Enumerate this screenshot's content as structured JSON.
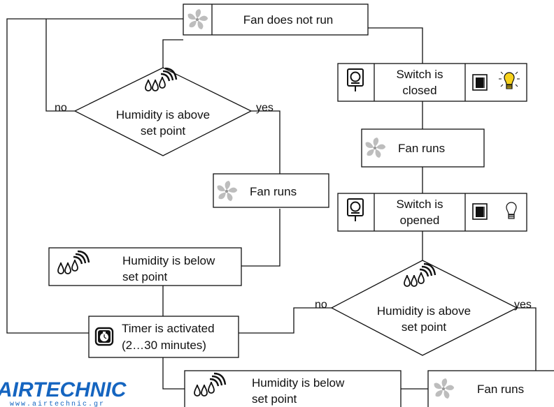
{
  "colors": {
    "brand": "#1565c0",
    "line": "#111111",
    "fan_icon": "#b8b8b8",
    "bulb_on": "#f7d21c"
  },
  "nodes": {
    "fan_not_run": "Fan does not run",
    "humidity_above_left": [
      "Humidity is above",
      "set point"
    ],
    "fan_runs_left": "Fan runs",
    "humidity_below_left": [
      "Humidity is below",
      "set point"
    ],
    "timer_activated": [
      "Timer is activated",
      "(2…30 minutes)"
    ],
    "switch_closed": [
      "Switch is",
      "closed"
    ],
    "fan_runs_right": "Fan runs",
    "switch_opened": [
      "Switch is",
      "opened"
    ],
    "humidity_above_right": [
      "Humidity is above",
      "set point"
    ],
    "humidity_below_bottom": [
      "Humidity is below",
      "set point"
    ],
    "fan_runs_bottom": "Fan runs"
  },
  "edge_labels": {
    "left_no": "no",
    "left_yes": "yes",
    "right_no": "no",
    "right_yes": "yes"
  },
  "icons": [
    "fan-icon",
    "humidity-drops-icon",
    "wall-switch-icon",
    "light-switch-icon",
    "light-bulb-on-icon",
    "light-bulb-off-icon",
    "timer-icon"
  ],
  "brand": {
    "name": "AIRTECHNIC",
    "url": "www.airtechnic.gr"
  }
}
